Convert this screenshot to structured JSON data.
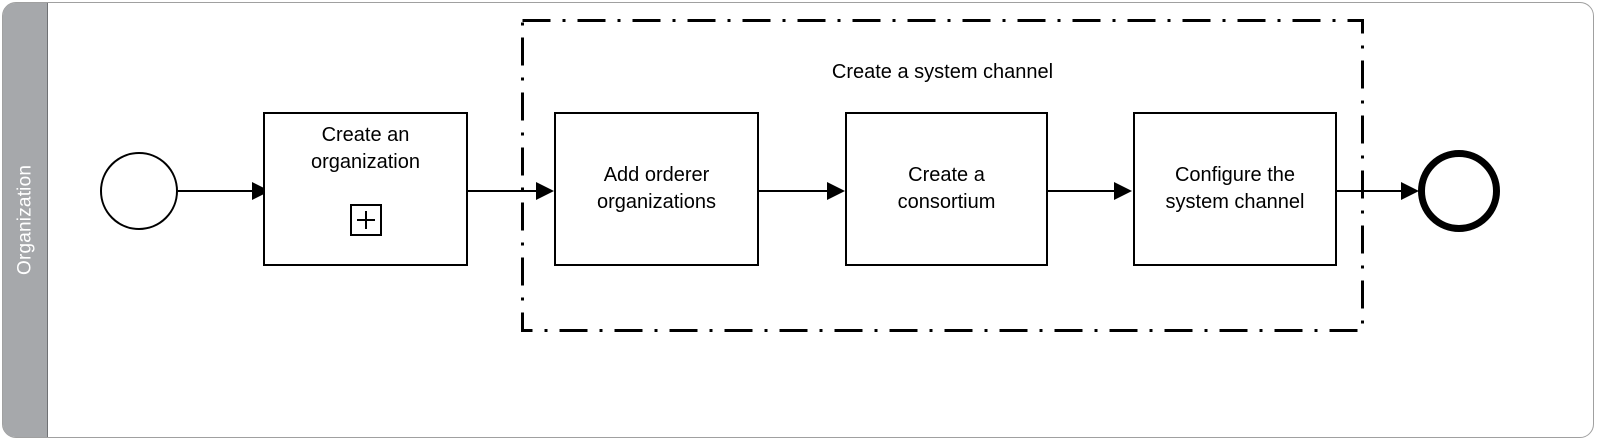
{
  "diagram": {
    "type": "bpmn-process",
    "lane": {
      "label": "Organization"
    },
    "group": {
      "title": "Create a system channel"
    },
    "events": [
      {
        "name": "start-event",
        "type": "start",
        "label": ""
      },
      {
        "name": "end-event",
        "type": "end",
        "label": ""
      }
    ],
    "tasks": [
      {
        "id": "create-an-organization",
        "label": "Create an\norganization",
        "marker": "sub-process-plus",
        "in_group": false
      },
      {
        "id": "add-orderer-organizations",
        "label": "Add orderer\norganizations",
        "marker": "none",
        "in_group": true
      },
      {
        "id": "create-a-consortium",
        "label": "Create a\nconsortium",
        "marker": "none",
        "in_group": true
      },
      {
        "id": "configure-the-system-channel",
        "label": "Configure the\nsystem channel",
        "marker": "none",
        "in_group": true
      }
    ],
    "colors": {
      "lane_band": "#a6a8ab",
      "lane_text": "#ffffff",
      "stroke": "#000000",
      "frame_border": "#a0a0a0",
      "background": "#ffffff"
    }
  }
}
